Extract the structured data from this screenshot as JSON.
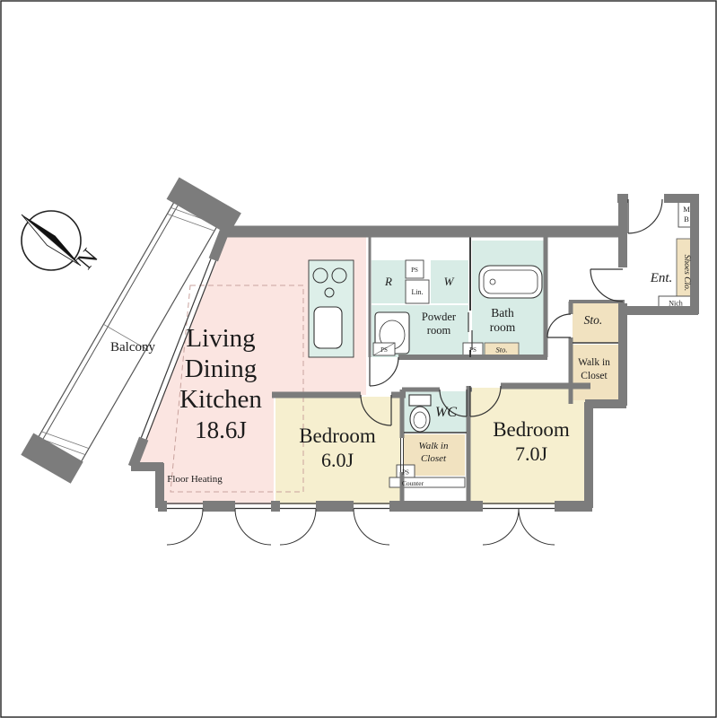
{
  "compass": {
    "north": "N"
  },
  "balcony": {
    "label": "Balcony"
  },
  "rooms": {
    "ldk": {
      "line1": "Living",
      "line2": "Dining",
      "line3": "Kitchen",
      "size": "18.6J",
      "floor_heating": "Floor Heating"
    },
    "bedroom_a": {
      "name": "Bedroom",
      "size": "6.0J"
    },
    "bedroom_b": {
      "name": "Bedroom",
      "size": "7.0J"
    },
    "bath": {
      "line1": "Bath",
      "line2": "room"
    },
    "powder": {
      "line1": "Powder",
      "line2": "room"
    },
    "wc": {
      "label": "WC"
    },
    "wic_middle": {
      "line1": "Walk in",
      "line2": "Closet"
    },
    "wic_right": {
      "line1": "Walk in",
      "line2": "Closet"
    },
    "storage": {
      "label": "Sto."
    },
    "entrance": {
      "label": "Ent."
    },
    "shoes_closet": {
      "label": "Shoes Clo."
    },
    "niche": {
      "label": "Nich"
    },
    "meter_box": {
      "top": "M",
      "bottom": "B"
    }
  },
  "fixtures": {
    "refrigerator": "R",
    "washer": "W",
    "linen": "Lin.",
    "pipe_space": "PS",
    "storage_small": "Sto.",
    "counter": "Counter"
  },
  "colors": {
    "wall": "#7c7c7c",
    "ldk_floor": "#fbe5e1",
    "bedroom_floor": "#f6efcf",
    "wet_area": "#d8ece6",
    "closet": "#f1e2c0"
  }
}
